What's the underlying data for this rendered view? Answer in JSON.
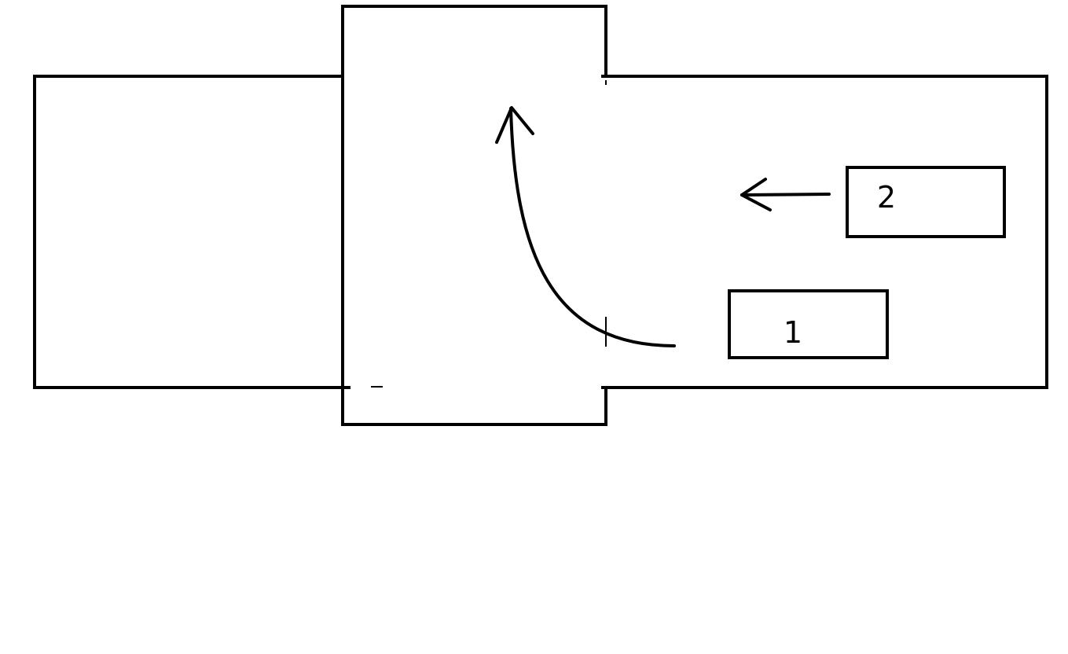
{
  "colors": {
    "background": "#ffffff",
    "ink": "#000000"
  },
  "boxes": {
    "box_1": {
      "label": "1"
    },
    "box_2": {
      "label": "2"
    }
  },
  "arrows": {
    "curved_arrow": {
      "direction": "up",
      "icon": "curved-arrow-icon"
    },
    "straight_arrow": {
      "direction": "left",
      "icon": "arrow-left-icon"
    }
  }
}
